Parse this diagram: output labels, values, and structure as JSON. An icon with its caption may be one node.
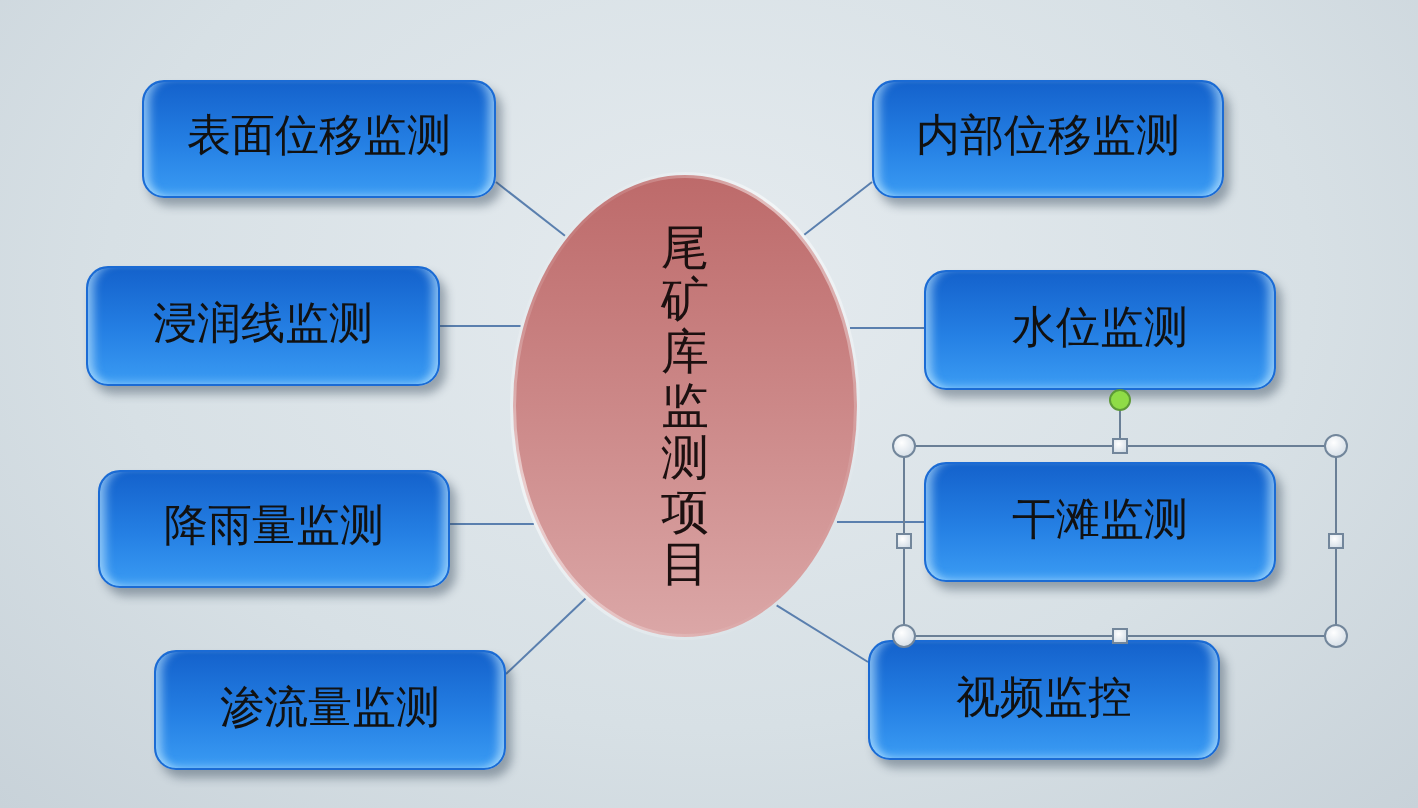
{
  "diagram": {
    "nodes": [
      {
        "text": [
          "尾矿库监测项目"
        ]
      },
      {
        "text": [
          "表面位移监测"
        ]
      },
      {
        "text": [
          "浸润线监测"
        ]
      },
      {
        "text": [
          "降雨量监测"
        ]
      },
      {
        "text": [
          "渗流量监测"
        ]
      },
      {
        "text": [
          "内部位移监测"
        ]
      },
      {
        "text": [
          "水位监测"
        ]
      },
      {
        "text": [
          "干滩监测"
        ]
      },
      {
        "text": [
          "视频监控"
        ]
      }
    ],
    "edges": [
      {
        "from": 0,
        "to": 1,
        "arrow": "none"
      },
      {
        "from": 0,
        "to": 2,
        "arrow": "none"
      },
      {
        "from": 0,
        "to": 3,
        "arrow": "none"
      },
      {
        "from": 0,
        "to": 4,
        "arrow": "none"
      },
      {
        "from": 0,
        "to": 5,
        "arrow": "none"
      },
      {
        "from": 0,
        "to": 6,
        "arrow": "none"
      },
      {
        "from": 0,
        "to": 7,
        "arrow": "none"
      },
      {
        "from": 0,
        "to": 8,
        "arrow": "none"
      }
    ]
  }
}
